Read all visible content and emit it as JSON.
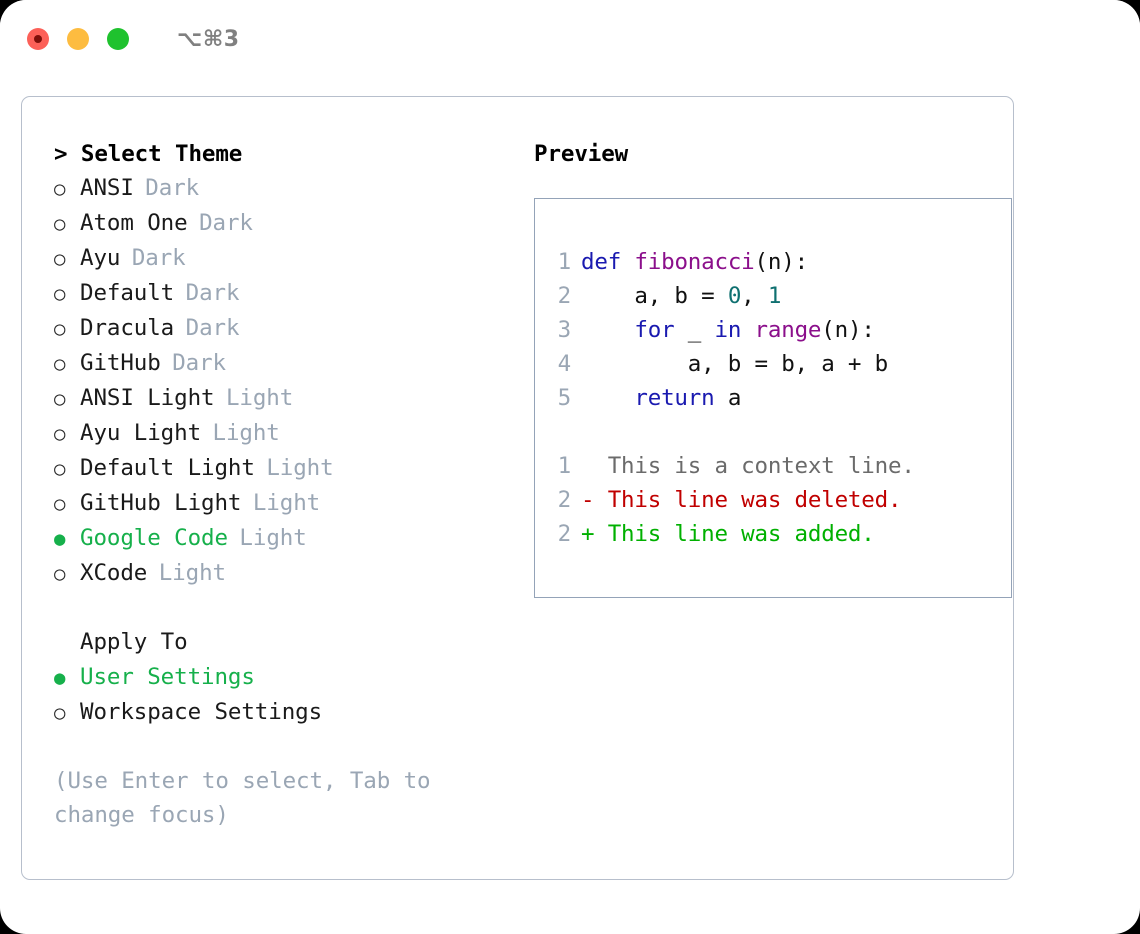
{
  "titlebar": {
    "traffic_lights": [
      {
        "name": "close",
        "color": "#fc6058",
        "recording": true
      },
      {
        "name": "minimize",
        "color": "#fdbc40",
        "recording": false
      },
      {
        "name": "zoom",
        "color": "#1fc22e",
        "recording": false
      }
    ],
    "shortcut": "⌥⌘3"
  },
  "left": {
    "heading": "> Select Theme",
    "themes": [
      {
        "bullet": "○",
        "selected": false,
        "label": "ANSI",
        "suffix": "Dark"
      },
      {
        "bullet": "○",
        "selected": false,
        "label": "Atom One",
        "suffix": "Dark"
      },
      {
        "bullet": "○",
        "selected": false,
        "label": "Ayu",
        "suffix": "Dark"
      },
      {
        "bullet": "○",
        "selected": false,
        "label": "Default",
        "suffix": "Dark"
      },
      {
        "bullet": "○",
        "selected": false,
        "label": "Dracula",
        "suffix": "Dark"
      },
      {
        "bullet": "○",
        "selected": false,
        "label": "GitHub",
        "suffix": "Dark"
      },
      {
        "bullet": "○",
        "selected": false,
        "label": "ANSI Light",
        "suffix": "Light"
      },
      {
        "bullet": "○",
        "selected": false,
        "label": "Ayu Light",
        "suffix": "Light"
      },
      {
        "bullet": "○",
        "selected": false,
        "label": "Default Light",
        "suffix": "Light"
      },
      {
        "bullet": "○",
        "selected": false,
        "label": "GitHub Light",
        "suffix": "Light"
      },
      {
        "bullet": "●",
        "selected": true,
        "label": "Google Code",
        "suffix": "Light"
      },
      {
        "bullet": "○",
        "selected": false,
        "label": "XCode",
        "suffix": "Light"
      }
    ],
    "apply_to_heading": "Apply To",
    "apply_to": [
      {
        "bullet": "●",
        "selected": true,
        "label": "User Settings"
      },
      {
        "bullet": "○",
        "selected": false,
        "label": "Workspace Settings"
      }
    ],
    "hint": "(Use Enter to select, Tab to change focus)"
  },
  "right": {
    "preview_title": "Preview",
    "code_lines": [
      {
        "no": "1",
        "tokens": [
          {
            "t": "def",
            "c": "kw"
          },
          {
            "t": " ",
            "c": "plain"
          },
          {
            "t": "fibonacci",
            "c": "fn"
          },
          {
            "t": "(n):",
            "c": "plain"
          }
        ]
      },
      {
        "no": "2",
        "tokens": [
          {
            "t": "    a, b = ",
            "c": "plain"
          },
          {
            "t": "0",
            "c": "num"
          },
          {
            "t": ", ",
            "c": "plain"
          },
          {
            "t": "1",
            "c": "num"
          }
        ]
      },
      {
        "no": "3",
        "tokens": [
          {
            "t": "    ",
            "c": "plain"
          },
          {
            "t": "for",
            "c": "kw"
          },
          {
            "t": " _ ",
            "c": "plain"
          },
          {
            "t": "in",
            "c": "kw"
          },
          {
            "t": " ",
            "c": "plain"
          },
          {
            "t": "range",
            "c": "fn"
          },
          {
            "t": "(n):",
            "c": "plain"
          }
        ]
      },
      {
        "no": "4",
        "tokens": [
          {
            "t": "        a, b = b, a + b",
            "c": "plain"
          }
        ]
      },
      {
        "no": "5",
        "tokens": [
          {
            "t": "    ",
            "c": "plain"
          },
          {
            "t": "return",
            "c": "kw"
          },
          {
            "t": " a",
            "c": "plain"
          }
        ]
      }
    ],
    "diff_lines": [
      {
        "no": "1",
        "marker": " ",
        "text": " This is a context line.",
        "kind": "ctx"
      },
      {
        "no": "2",
        "marker": "-",
        "text": " This line was deleted.",
        "kind": "del"
      },
      {
        "no": "2",
        "marker": "+",
        "text": " This line was added.",
        "kind": "add"
      }
    ]
  },
  "colors": {
    "accent_green": "#16b04b",
    "muted": "#9aa6b4",
    "border": "#94a3b8",
    "panel_border": "#b7bfcc",
    "kw": "#1a1ab0",
    "fn": "#8b0f8b",
    "num": "#0f7070",
    "diff_del": "#c00000",
    "diff_add": "#00b000",
    "diff_ctx": "#6b6b6b"
  }
}
